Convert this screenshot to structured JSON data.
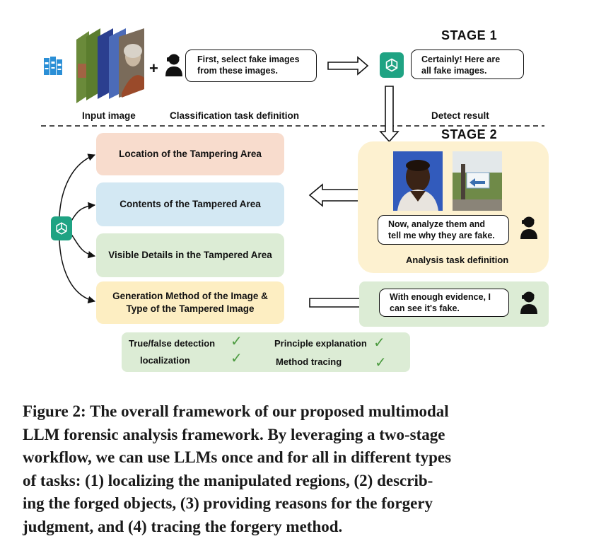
{
  "stage1": {
    "title": "STAGE 1",
    "user_prompt": [
      "First, select fake images",
      "from these images."
    ],
    "assistant_reply": [
      "Certainly!  Here  are",
      "all fake images."
    ],
    "labels": {
      "input_image": "Input image",
      "classification": "Classification task definition",
      "detect_result": "Detect result"
    },
    "plus": "+"
  },
  "stage2": {
    "title": "STAGE 2",
    "categories": [
      {
        "text": "Location of the Tampering Area",
        "color": "#f8dccd"
      },
      {
        "text": "Contents of the Tampered Area",
        "color": "#d3e8f3"
      },
      {
        "text": "Visible Details in the Tampered Area",
        "color": "#dcecd5"
      },
      {
        "text": "Generation Method of the Image & Type of the Tampered Image",
        "color": "#fdeec2"
      }
    ],
    "analysis_prompt": [
      "Now,  analyze  them  and",
      "tell me why they are fake."
    ],
    "analysis_label": "Analysis task definition",
    "verdict": [
      "With enough evidence, I",
      "can see it's fake."
    ],
    "analysis_bg": "#fdf1d0",
    "verdict_bg": "#dcecd5"
  },
  "summary": {
    "items": [
      "True/false detection",
      "Principle explanation",
      "localization",
      "Method tracing"
    ],
    "bg": "#dcecd5",
    "check_color": "#4c9b40"
  },
  "caption_lines": [
    "Figure 2: The overall framework of our proposed multimodal",
    "LLM forensic analysis framework. By leveraging a two-stage",
    "workflow, we can use LLMs once and for all in different types",
    "of tasks: (1) localizing the manipulated regions, (2) describ-",
    "ing the forged objects, (3) providing reasons for the forgery",
    "judgment, and (4) tracing the forgery method."
  ],
  "icons": {
    "dataset": "database-stack-icon",
    "user": "user-support-icon",
    "llm": "chatgpt-logo-icon",
    "check": "checkmark-icon"
  },
  "colors": {
    "gpt_green": "#1fa383",
    "dataset_blue": "#2b8fd6"
  }
}
